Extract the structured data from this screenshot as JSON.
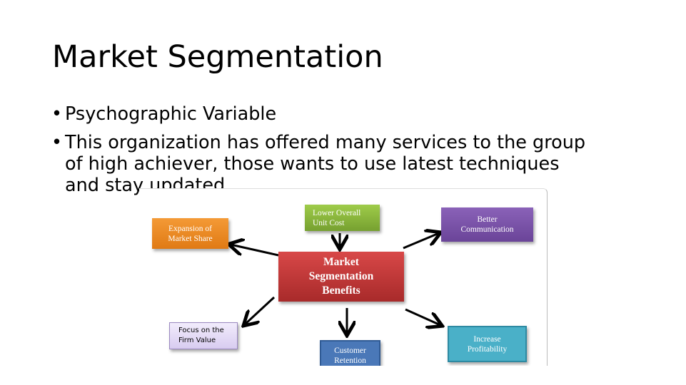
{
  "slide": {
    "title": "Market Segmentation",
    "bullets": [
      "Psychographic Variable",
      "This organization has offered many services to the group of high achiever, those wants to use latest techniques and stay updated"
    ]
  },
  "diagram": {
    "center": {
      "line1": "Market",
      "line2": "Segmentation",
      "line3": "Benefits",
      "color": "#c93a3a"
    },
    "nodes": {
      "lower_cost": {
        "text": "Lower Overall Unit Cost",
        "color": "#8ab43c"
      },
      "better_communication": {
        "text": "Better Communication",
        "color": "#7a52a8"
      },
      "expansion": {
        "text": "Expansion of Market Share",
        "color": "#ee8a22"
      },
      "firm_value": {
        "text": "Focus on the Firm Value",
        "color": "#e3d9f5"
      },
      "customer_retention": {
        "text": "Customer Retention",
        "color": "#4a78b8"
      },
      "profitability": {
        "text": "Increase Profitability",
        "color": "#4ab0c8"
      }
    }
  }
}
